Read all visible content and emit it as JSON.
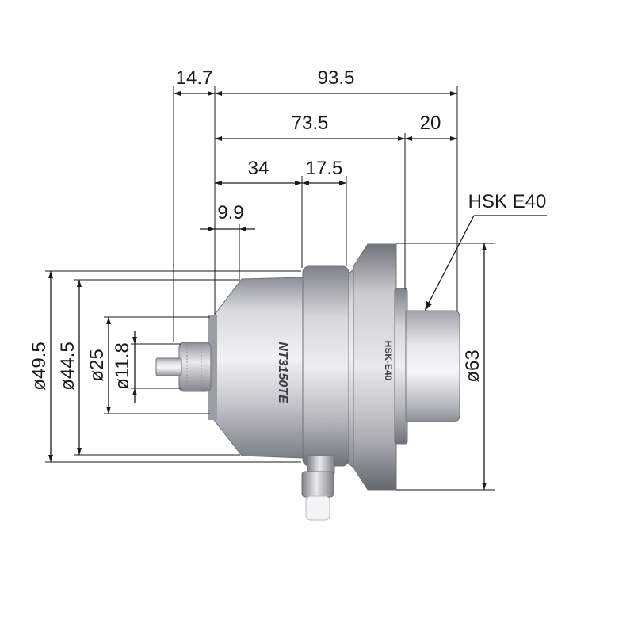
{
  "dimensions": {
    "top": {
      "d14_7": "14.7",
      "d93_5": "93.5"
    },
    "row2": {
      "d73_5": "73.5",
      "d20": "20"
    },
    "row3": {
      "d34": "34",
      "d17_5": "17.5"
    },
    "row4": {
      "d9_9": "9.9"
    },
    "left": {
      "d49_5": "ø49.5",
      "d44_5": "ø44.5",
      "d25": "ø25",
      "d11_8": "ø11.8"
    },
    "right": {
      "d63": "ø63"
    }
  },
  "callout": {
    "label": "HSK E40"
  },
  "engraving": {
    "model": "NT3150TE",
    "flange_mark": "HSK-E40"
  },
  "colors": {
    "metal_light": "#e6e8ec",
    "metal_mid": "#b9bcc2",
    "metal_dark": "#7d8189",
    "line": "#1a1a1a"
  }
}
